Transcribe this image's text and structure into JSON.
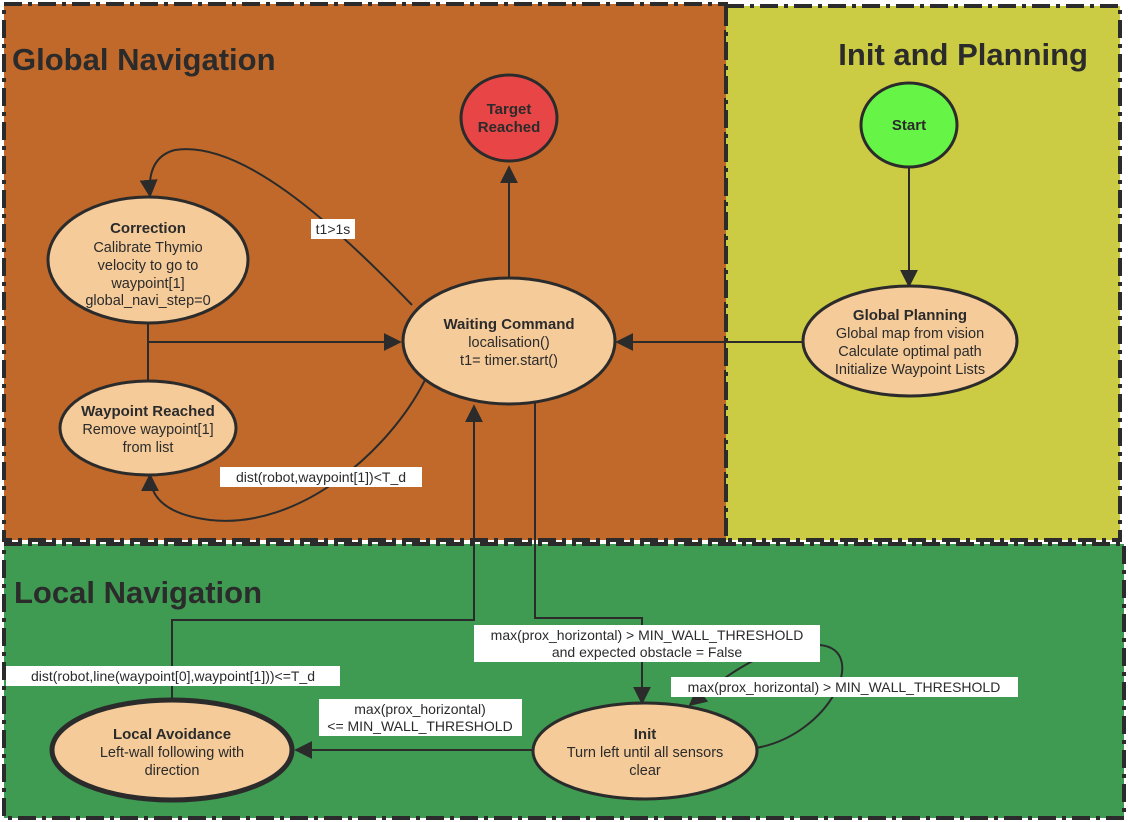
{
  "regions": {
    "global_navigation": {
      "title": "Global Navigation",
      "color": "#c0692a"
    },
    "init_planning": {
      "title": "Init and Planning",
      "color": "#cccc44"
    },
    "local_navigation": {
      "title": "Local Navigation",
      "color": "#3f9a52"
    }
  },
  "nodes": {
    "target_reached": {
      "line1": "Target",
      "line2": "Reached",
      "color": "#e84646"
    },
    "start": {
      "title": "Start",
      "color": "#66f546"
    },
    "correction": {
      "title": "Correction",
      "lines": [
        "Calibrate Thymio",
        "velocity to go to",
        "waypoint[1]",
        "global_navi_step=0"
      ]
    },
    "waiting_command": {
      "title": "Waiting Command",
      "lines": [
        "localisation()",
        "t1= timer.start()"
      ]
    },
    "global_planning": {
      "title": "Global Planning",
      "lines": [
        "Global map from vision",
        "Calculate optimal path",
        "Initialize Waypoint Lists"
      ]
    },
    "waypoint_reached": {
      "title": "Waypoint Reached",
      "lines": [
        "Remove waypoint[1]",
        "from list"
      ]
    },
    "local_avoidance": {
      "title": "Local Avoidance",
      "lines": [
        "Left-wall following with",
        "direction"
      ]
    },
    "init": {
      "title": "Init",
      "lines": [
        "Turn left until all sensors",
        "clear"
      ]
    }
  },
  "node_fill": "#f5cb9a",
  "edge_labels": {
    "t1_timeout": "t1>1s",
    "dist_waypoint": "dist(robot,waypoint[1])<T_d",
    "obstacle_detected": [
      "max(prox_horizontal) > MIN_WALL_THRESHOLD",
      "and expected obstacle = False"
    ],
    "init_self_loop": "max(prox_horizontal) > MIN_WALL_THRESHOLD",
    "wall_clear": [
      "max(prox_horizontal)",
      "<= MIN_WALL_THRESHOLD"
    ],
    "back_on_line": "dist(robot,line(waypoint[0],waypoint[1]))<=T_d"
  }
}
